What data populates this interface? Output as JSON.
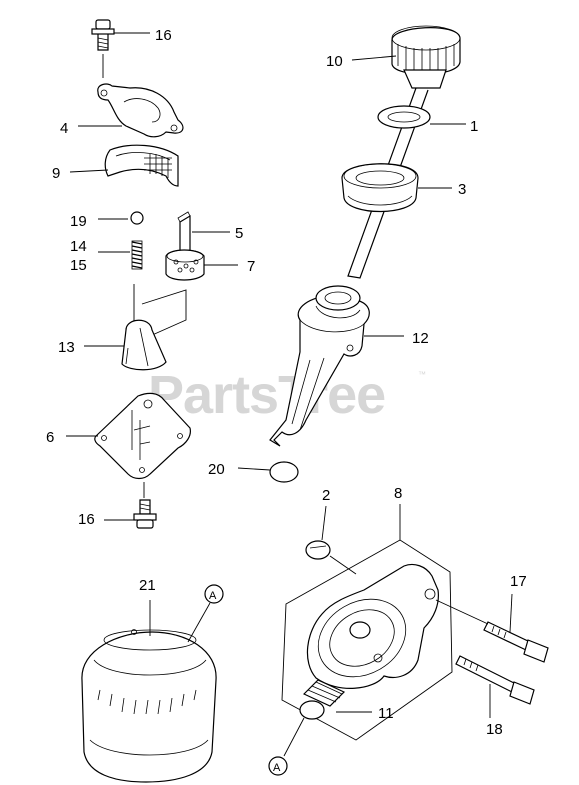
{
  "watermark": {
    "text": "PartsTree",
    "trademark": "™"
  },
  "callouts": {
    "c1": "1",
    "c2": "2",
    "c3": "3",
    "c4": "4",
    "c5": "5",
    "c6": "6",
    "c7": "7",
    "c8": "8",
    "c9": "9",
    "c10": "10",
    "c11": "11",
    "c12": "12",
    "c13": "13",
    "c14": "14",
    "c15": "15",
    "c16_top": "16",
    "c16_bottom": "16",
    "c17": "17",
    "c18": "18",
    "c19": "19",
    "c20": "20",
    "c21": "21",
    "ref_a_filter": "A",
    "ref_a_fitting": "A"
  }
}
